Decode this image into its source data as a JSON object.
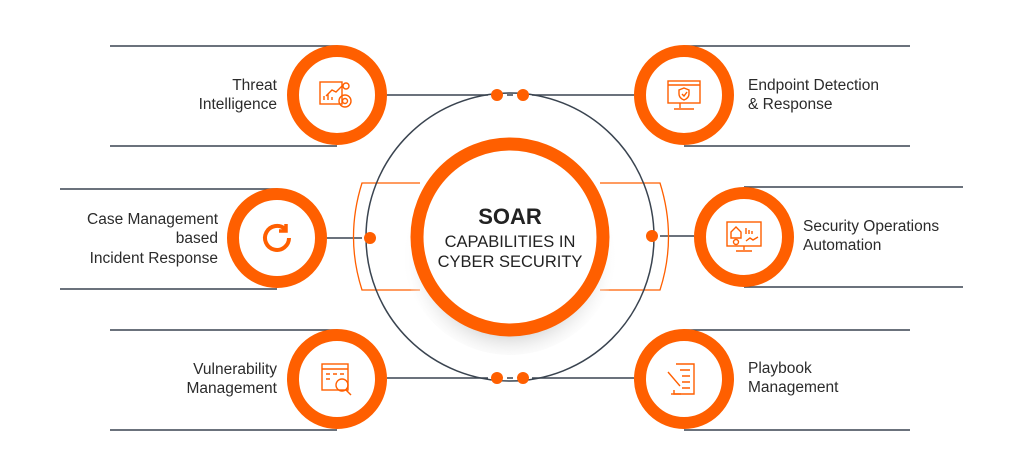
{
  "center": {
    "title": "SOAR",
    "line1": "CAPABILITIES IN",
    "line2": "CYBER SECURITY"
  },
  "capabilities": [
    {
      "lines": [
        "Threat",
        "Intelligence"
      ],
      "icon": "analytics-target-icon"
    },
    {
      "lines": [
        "Endpoint Detection",
        "& Response"
      ],
      "icon": "monitor-shield-icon"
    },
    {
      "lines": [
        "Case Management",
        "based",
        "Incident Response"
      ],
      "icon": "refresh-icon"
    },
    {
      "lines": [
        "Security Operations",
        "Automation"
      ],
      "icon": "dashboard-monitor-icon"
    },
    {
      "lines": [
        "Vulnerability",
        "Management"
      ],
      "icon": "code-search-icon"
    },
    {
      "lines": [
        "Playbook",
        "Management"
      ],
      "icon": "checklist-pen-icon"
    }
  ],
  "colors": {
    "accent": "#ff5f00",
    "line": "#3a4450",
    "text": "#2b2b2b"
  }
}
